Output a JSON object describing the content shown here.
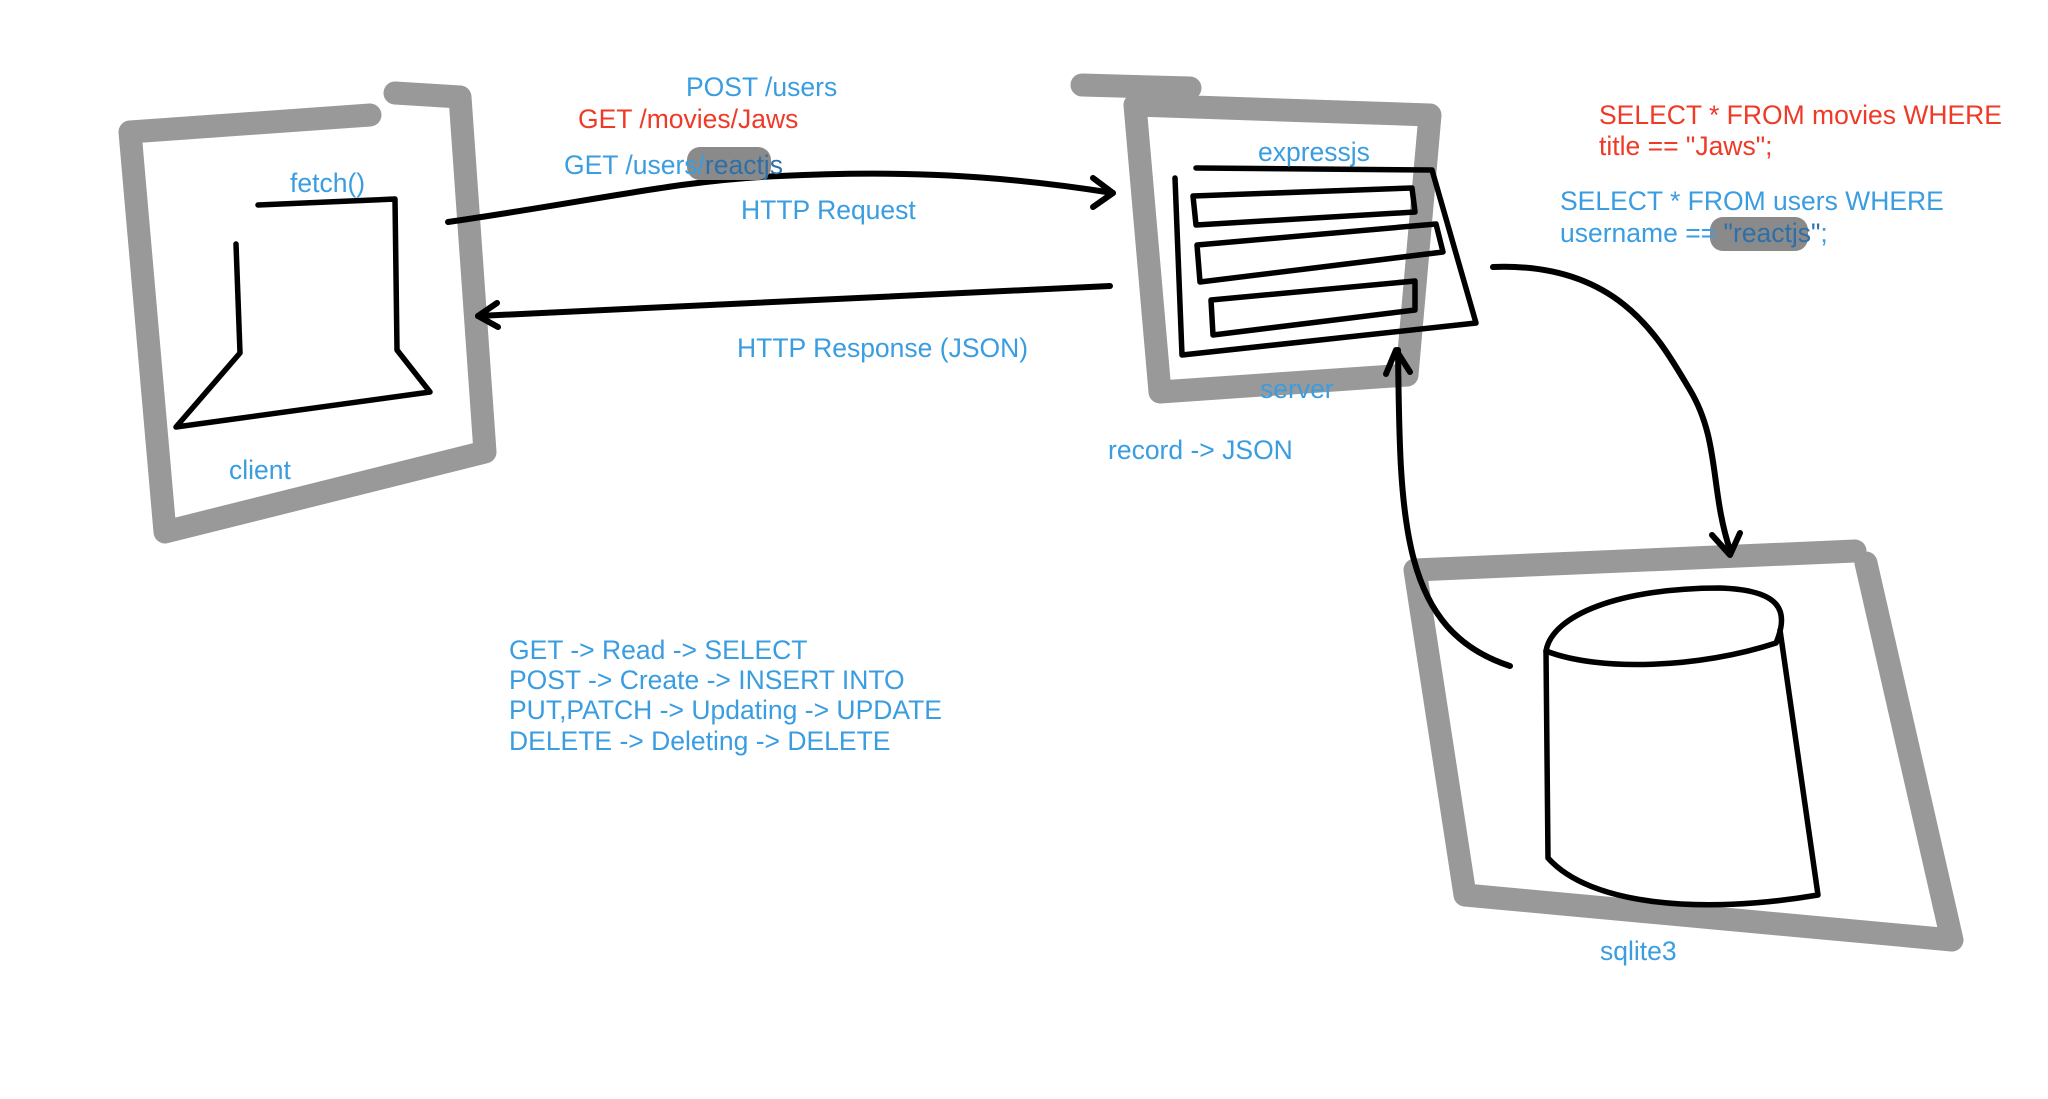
{
  "colors": {
    "blue_text": "#3a9de0",
    "red_text": "#ee3a26",
    "frame_gray": "#999999",
    "highlight_gray": "#8a8a8a",
    "ink_black": "#000000",
    "background": "#ffffff"
  },
  "client": {
    "fetch_label": "fetch()",
    "name_label": "client",
    "icon": "laptop-icon"
  },
  "request": {
    "post_label": "POST /users",
    "get_movies_label": "GET /movies/Jaws",
    "get_users_prefix": "GET /users/",
    "get_users_param": "reactjs",
    "http_request_label": "HTTP Request"
  },
  "response": {
    "http_response_label": "HTTP Response (JSON)"
  },
  "server": {
    "express_label": "expressjs",
    "name_label": "server",
    "record_label": "record -> JSON",
    "icon": "server-rack-icon"
  },
  "queries": {
    "movies_line1": "SELECT * FROM movies WHERE",
    "movies_line2": "title == \"Jaws\";",
    "users_line1": "SELECT * FROM users WHERE",
    "users_line2_prefix": "username == ",
    "users_line2_param": "\"reactjs\"",
    "users_line2_suffix": ";"
  },
  "database": {
    "name_label": "sqlite3",
    "icon": "database-cylinder-icon"
  },
  "mapping": [
    "GET -> Read -> SELECT",
    "POST -> Create -> INSERT INTO",
    "PUT,PATCH -> Updating -> UPDATE",
    "DELETE -> Deleting -> DELETE"
  ]
}
